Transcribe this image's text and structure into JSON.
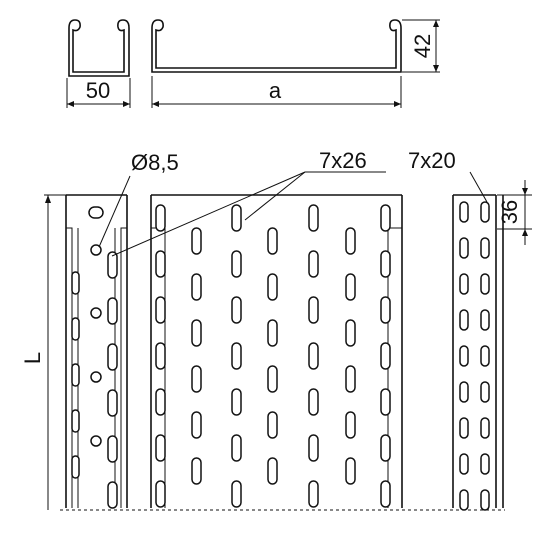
{
  "labels": {
    "width_small": "50",
    "width_main": "a",
    "height_side": "42",
    "hole_diameter": "Ø8,5",
    "slot_main": "7x26",
    "slot_side": "7x20",
    "pitch_side": "36",
    "length": "L"
  },
  "colors": {
    "line": "#111111",
    "background": "#ffffff"
  }
}
